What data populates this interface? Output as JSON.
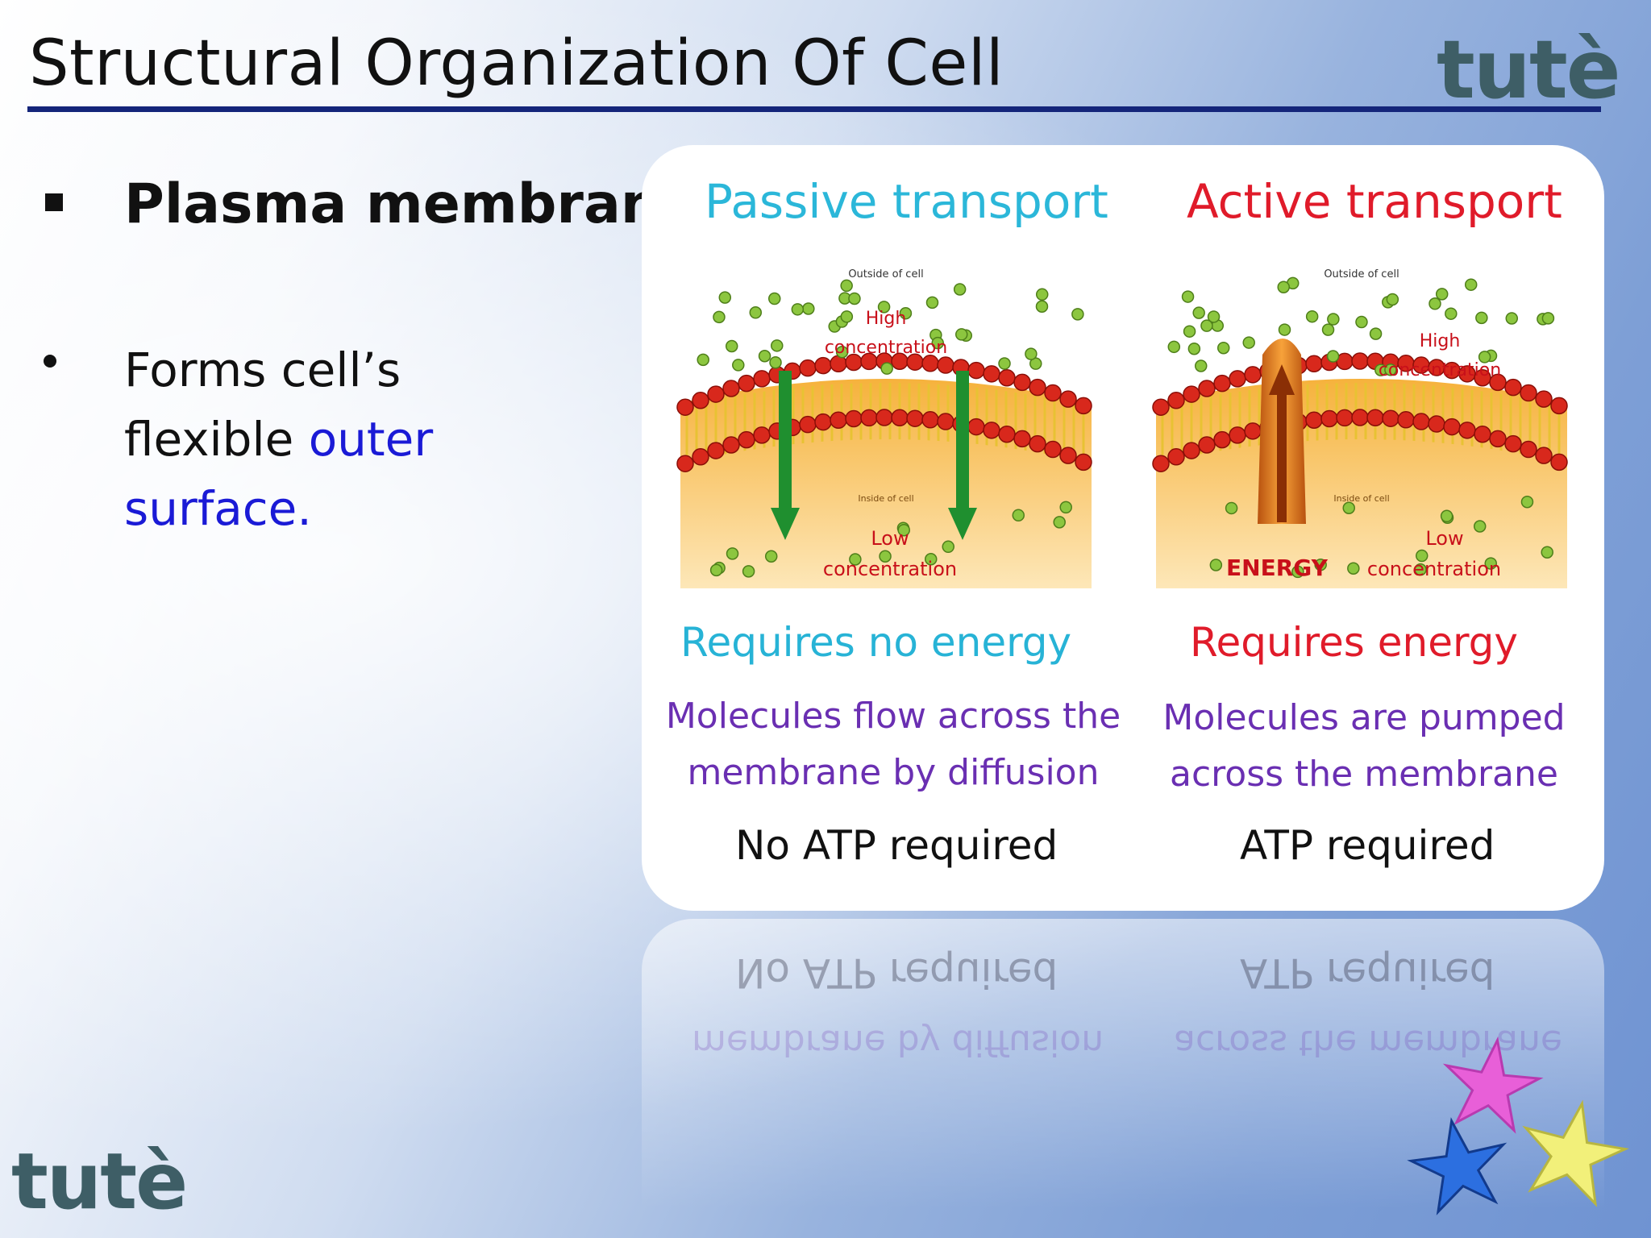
{
  "slide": {
    "title": "Structural Organization Of Cell",
    "logo_text": "tutè"
  },
  "bullets": {
    "main": "Plasma membrane",
    "sub_text": "Forms cell’s flexible ",
    "sub_highlight": "outer surface."
  },
  "figure": {
    "passive": {
      "title": "Passive transport",
      "outside_label": "Outside of cell",
      "inside_label": "Inside of cell",
      "high_label_1": "High",
      "high_label_2": "concentration",
      "low_label_1": "Low",
      "low_label_2": "concentration",
      "energy_heading": "Requires no energy",
      "desc_line1": "Molecules flow across the",
      "desc_line2": "membrane by diffusion",
      "atp": "No ATP required"
    },
    "active": {
      "title": "Active transport",
      "outside_label": "Outside of cell",
      "inside_label": "Inside of cell",
      "high_label_1": "High",
      "high_label_2": "concentration",
      "low_label_1": "Low",
      "low_label_2": "concentration",
      "energy_label": "ENERGY",
      "energy_heading": "Requires energy",
      "desc_line1": "Molecules are pumped",
      "desc_line2": "across the membrane",
      "atp": "ATP required"
    }
  },
  "colors": {
    "title_rule": "#14257a",
    "logo": "#3e5e66",
    "highlight_text": "#1a1ad6",
    "passive_accent": "#2bb7d9",
    "active_accent": "#e01b2a",
    "description_text": "#6a2fb2",
    "molecule": "#8cc63f",
    "lipid_head": "#d8281c"
  },
  "decor": {
    "stars": [
      "pink-star-icon",
      "blue-star-icon",
      "yellow-star-icon"
    ]
  }
}
